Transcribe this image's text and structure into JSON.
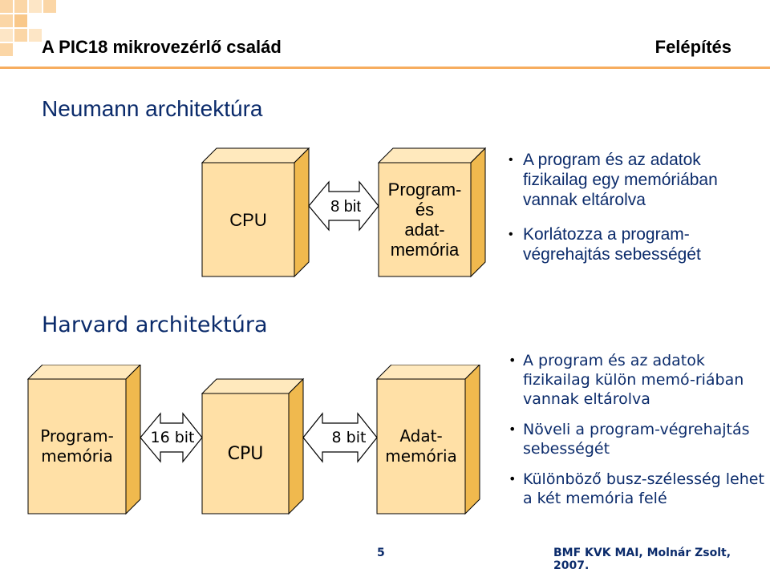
{
  "header": {
    "title": "A PIC18 mikrovezérlő család",
    "section": "Felépítés"
  },
  "neumann": {
    "title": "Neumann architektúra",
    "cpu_label": "CPU",
    "bus_label": "8 bit",
    "memory_label": [
      "Program-",
      "és",
      "adat-",
      "memória"
    ],
    "bullets": [
      "A program és az adatok fizikailag egy memóriában vannak eltárolva",
      "Korlátozza a program-végrehajtás sebességét"
    ]
  },
  "harvard": {
    "title": "Harvard architektúra",
    "program_memory_label": [
      "Program-",
      "memória"
    ],
    "bus_left_label": "16 bit",
    "cpu_label": "CPU",
    "bus_right_label": "8 bit",
    "data_memory_label": [
      "Adat-",
      "memória"
    ],
    "bullets": [
      "A program és az adatok fizikailag külön memó-riában vannak eltárolva",
      "Növeli a program-végrehajtás sebességét",
      "Különböző busz-szélesség lehet a két memória felé"
    ]
  },
  "footer": {
    "page_number": "5",
    "credit": "BMF KVK MAI,  Molnár Zsolt, 2007."
  },
  "colors": {
    "box_fill": "#ffe0a6",
    "box_dark": "#f0b94e",
    "title_blue": "#0b2b6b",
    "accent_orange": "#f7ad5f"
  }
}
